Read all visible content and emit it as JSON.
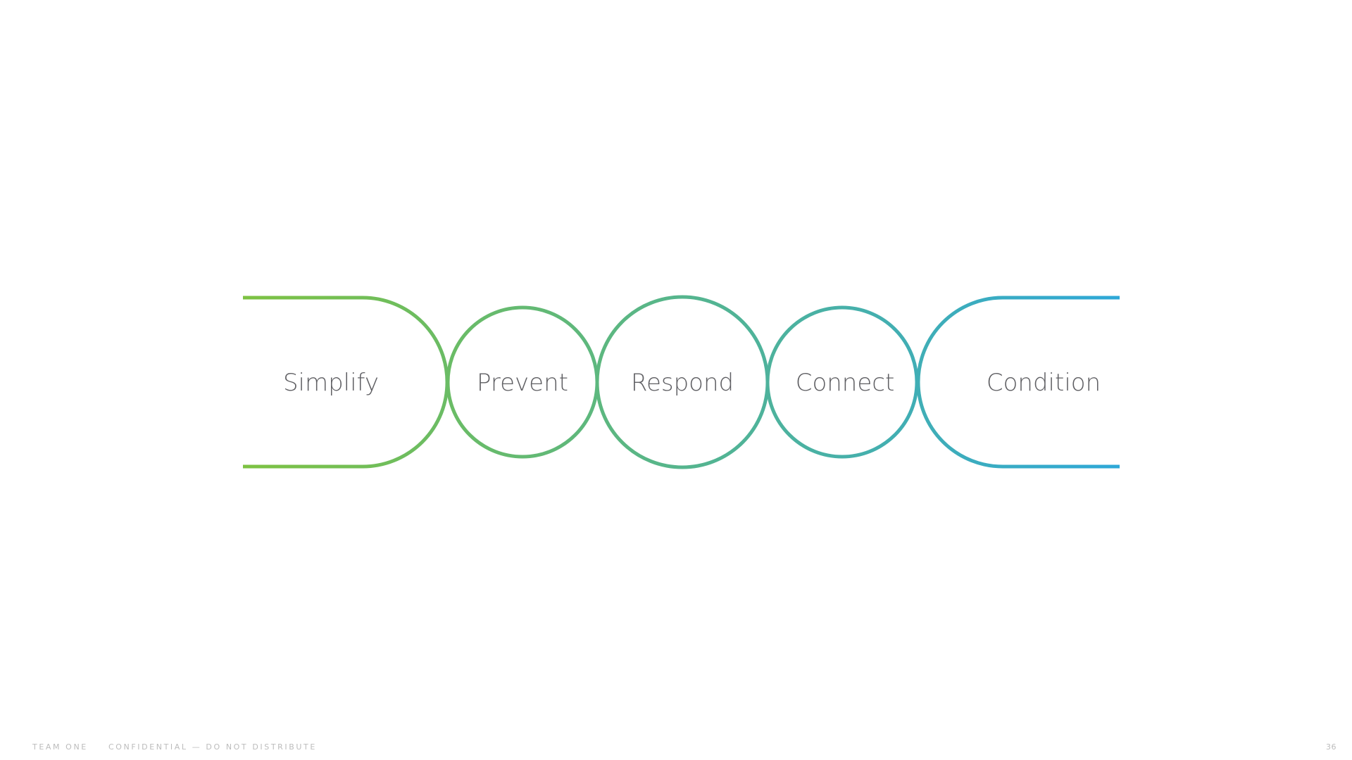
{
  "diagram": {
    "stages": [
      {
        "label": "Simplify",
        "shape": "half-stadium-left"
      },
      {
        "label": "Prevent",
        "shape": "circle-small"
      },
      {
        "label": "Respond",
        "shape": "circle-large"
      },
      {
        "label": "Connect",
        "shape": "circle-small"
      },
      {
        "label": "Condition",
        "shape": "half-stadium-right"
      }
    ],
    "gradient": {
      "start": "#7dc242",
      "end": "#2ea8d8"
    }
  },
  "footer": {
    "brand": "TEAM ONE",
    "confidential": "CONFIDENTIAL — DO NOT DISTRIBUTE",
    "page": "36"
  }
}
